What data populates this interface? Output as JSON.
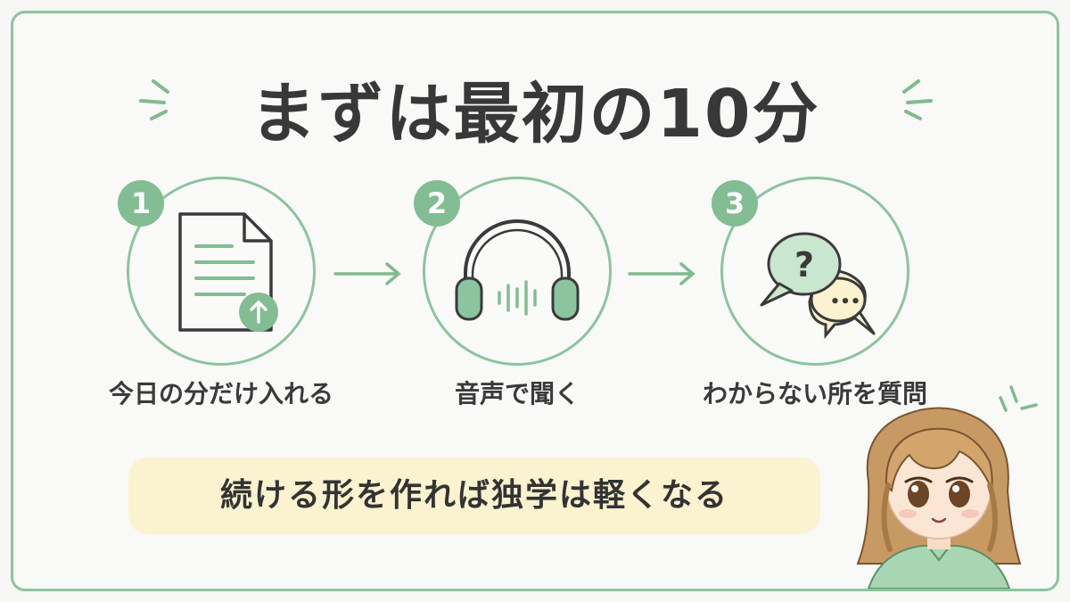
{
  "title": "まずは最初の10分",
  "steps": [
    {
      "number": "1",
      "label": "今日の分だけ入れる",
      "icon": "document-upload-icon"
    },
    {
      "number": "2",
      "label": "音声で聞く",
      "icon": "headphones-icon"
    },
    {
      "number": "3",
      "label": "わからない所を質問",
      "icon": "chat-bubbles-icon"
    }
  ],
  "chat_glyphs": {
    "question": "?",
    "ellipsis": "•••"
  },
  "banner": "続ける形を作れば独学は軽くなる",
  "colors": {
    "accent_green": "#82bd93",
    "border_green": "#8cc49f",
    "banner_yellow": "#fbf2cf",
    "text_dark": "#383838"
  }
}
